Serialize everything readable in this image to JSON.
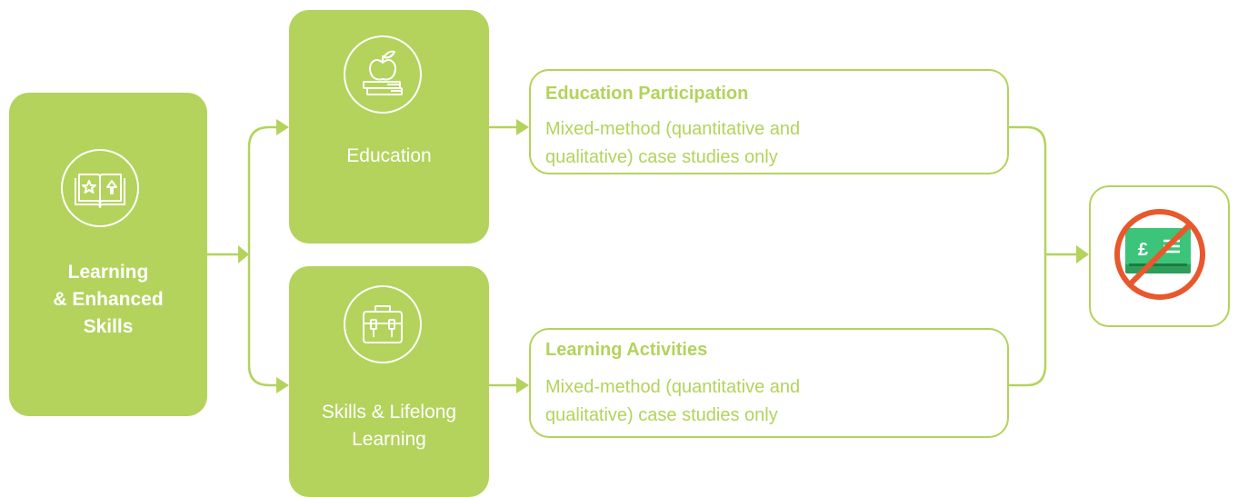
{
  "colors": {
    "accent": "#b3d35c",
    "money_green": "#3cb371",
    "prohibit_red": "#e8582c"
  },
  "source": {
    "label": "Learning\n& Enhanced\nSkills",
    "icon": "book-icon"
  },
  "education": {
    "label": "Education",
    "icon": "apple-on-books-icon"
  },
  "skills": {
    "label": "Skills & Lifelong\nLearning",
    "icon": "briefcase-icon"
  },
  "cards": {
    "participation": {
      "title": "Education Participation",
      "body": "Mixed-method (quantitative and\nqualitative) case studies only"
    },
    "activities": {
      "title": "Learning Activities",
      "body": "Mixed-method (quantitative and\nqualitative) case studies only"
    }
  },
  "outcome": {
    "icon": "no-money-icon",
    "currency_symbol": "£"
  }
}
